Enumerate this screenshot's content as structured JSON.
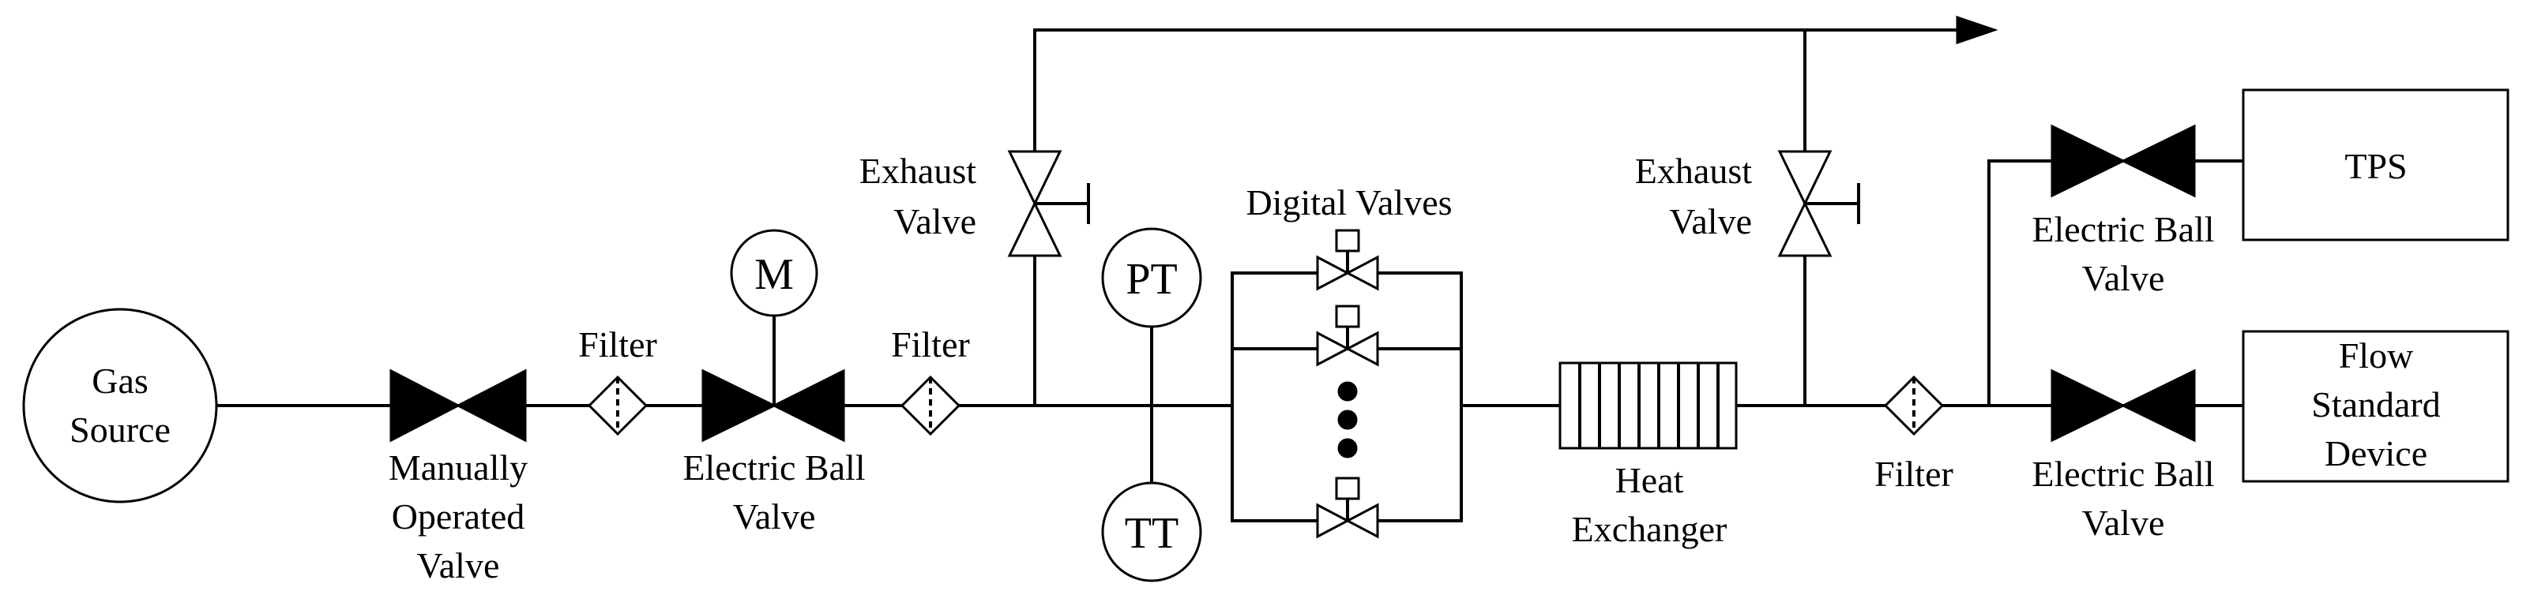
{
  "labels": {
    "gas_source_1": "Gas",
    "gas_source_2": "Source",
    "manual_valve_1": "Manually",
    "manual_valve_2": "Operated",
    "manual_valve_3": "Valve",
    "filter_1": "Filter",
    "electric_ball_valve_1_line1": "Electric Ball",
    "electric_ball_valve_1_line2": "Valve",
    "motor": "M",
    "filter_2": "Filter",
    "exhaust_valve_1_line1": "Exhaust",
    "exhaust_valve_1_line2": "Valve",
    "pressure_transmitter": "PT",
    "temperature_transmitter": "TT",
    "digital_valves": "Digital Valves",
    "heat_exchanger_1": "Heat",
    "heat_exchanger_2": "Exchanger",
    "exhaust_valve_2_line1": "Exhaust",
    "exhaust_valve_2_line2": "Valve",
    "filter_3": "Filter",
    "electric_ball_valve_top_line1": "Electric Ball",
    "electric_ball_valve_top_line2": "Valve",
    "electric_ball_valve_bottom_line1": "Electric Ball",
    "electric_ball_valve_bottom_line2": "Valve",
    "tps": "TPS",
    "flow_standard_1": "Flow",
    "flow_standard_2": "Standard",
    "flow_standard_3": "Device"
  },
  "colors": {
    "line": "#000000",
    "fill": "#000000",
    "background": "#ffffff"
  }
}
